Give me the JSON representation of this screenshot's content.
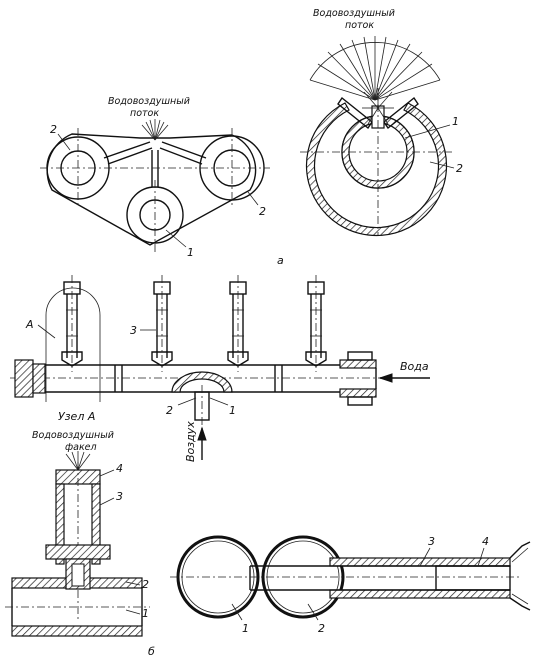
{
  "top_left": {
    "flow_label_line1": "Водовоздушный",
    "flow_label_line2": "поток",
    "callout_2a": "2",
    "callout_2b": "2",
    "callout_1": "1"
  },
  "top_right": {
    "flow_label_line1": "Водовоздушный",
    "flow_label_line2": "поток",
    "callout_1": "1",
    "callout_2": "2"
  },
  "panel_a_label": "а",
  "manifold": {
    "callout_a": "А",
    "callout_3": "3",
    "callout_2": "2",
    "callout_1": "1",
    "water_label": "Вода",
    "air_label": "Воздух"
  },
  "node_a": {
    "title": "Узел А",
    "torch_line1": "Водовоздушный",
    "torch_line2": "факел",
    "callout_4": "4",
    "callout_3": "3",
    "callout_2": "2",
    "callout_1": "1"
  },
  "panel_b_label": "б",
  "side_view": {
    "callout_1": "1",
    "callout_2": "2",
    "callout_3": "3",
    "callout_4": "4"
  }
}
